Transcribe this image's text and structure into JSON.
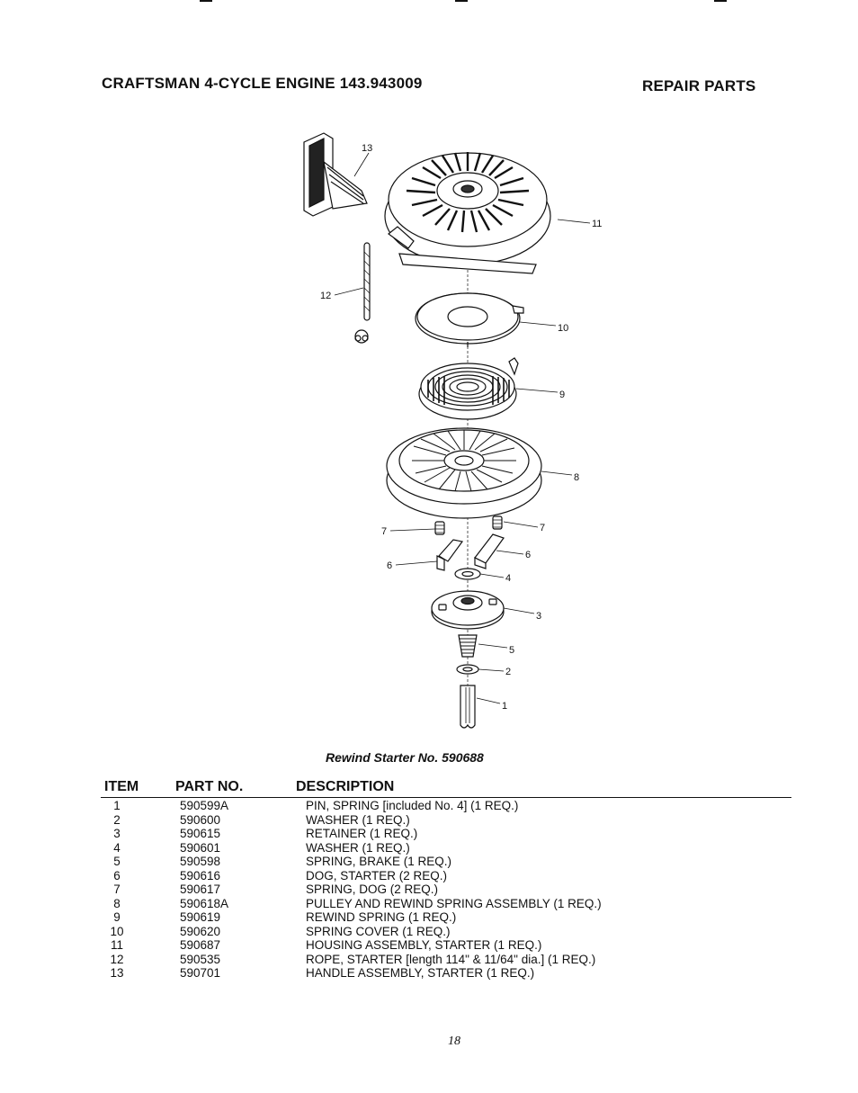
{
  "header": {
    "title_left": "CRAFTSMAN 4-CYCLE ENGINE 143.943009",
    "title_right": "REPAIR PARTS"
  },
  "diagram": {
    "callouts": [
      "13",
      "11",
      "12",
      "10",
      "9",
      "8",
      "7",
      "7",
      "6",
      "6",
      "4",
      "3",
      "5",
      "2",
      "1"
    ]
  },
  "caption": "Rewind Starter No. 590688",
  "table": {
    "headers": {
      "item": "ITEM",
      "part_no": "PART NO.",
      "description": "DESCRIPTION"
    },
    "rows": [
      {
        "item": "1",
        "part_no": "590599A",
        "description": "PIN, SPRING [included No. 4] (1 REQ.)"
      },
      {
        "item": "2",
        "part_no": "590600",
        "description": "WASHER (1 REQ.)"
      },
      {
        "item": "3",
        "part_no": "590615",
        "description": "RETAINER (1 REQ.)"
      },
      {
        "item": "4",
        "part_no": "590601",
        "description": "WASHER (1 REQ.)"
      },
      {
        "item": "5",
        "part_no": "590598",
        "description": "SPRING, BRAKE (1 REQ.)"
      },
      {
        "item": "6",
        "part_no": "590616",
        "description": "DOG, STARTER (2 REQ.)"
      },
      {
        "item": "7",
        "part_no": "590617",
        "description": "SPRING, DOG (2 REQ.)"
      },
      {
        "item": "8",
        "part_no": "590618A",
        "description": "PULLEY AND REWIND SPRING ASSEMBLY (1 REQ.)"
      },
      {
        "item": "9",
        "part_no": "590619",
        "description": "REWIND SPRING (1 REQ.)"
      },
      {
        "item": "10",
        "part_no": "590620",
        "description": "SPRING COVER (1 REQ.)"
      },
      {
        "item": "11",
        "part_no": "590687",
        "description": "HOUSING ASSEMBLY, STARTER (1 REQ.)"
      },
      {
        "item": "12",
        "part_no": "590535",
        "description": "ROPE, STARTER [length 114\" & 11/64\" dia.] (1 REQ.)"
      },
      {
        "item": "13",
        "part_no": "590701",
        "description": "HANDLE ASSEMBLY, STARTER (1 REQ.)"
      }
    ]
  },
  "page_number": "18"
}
